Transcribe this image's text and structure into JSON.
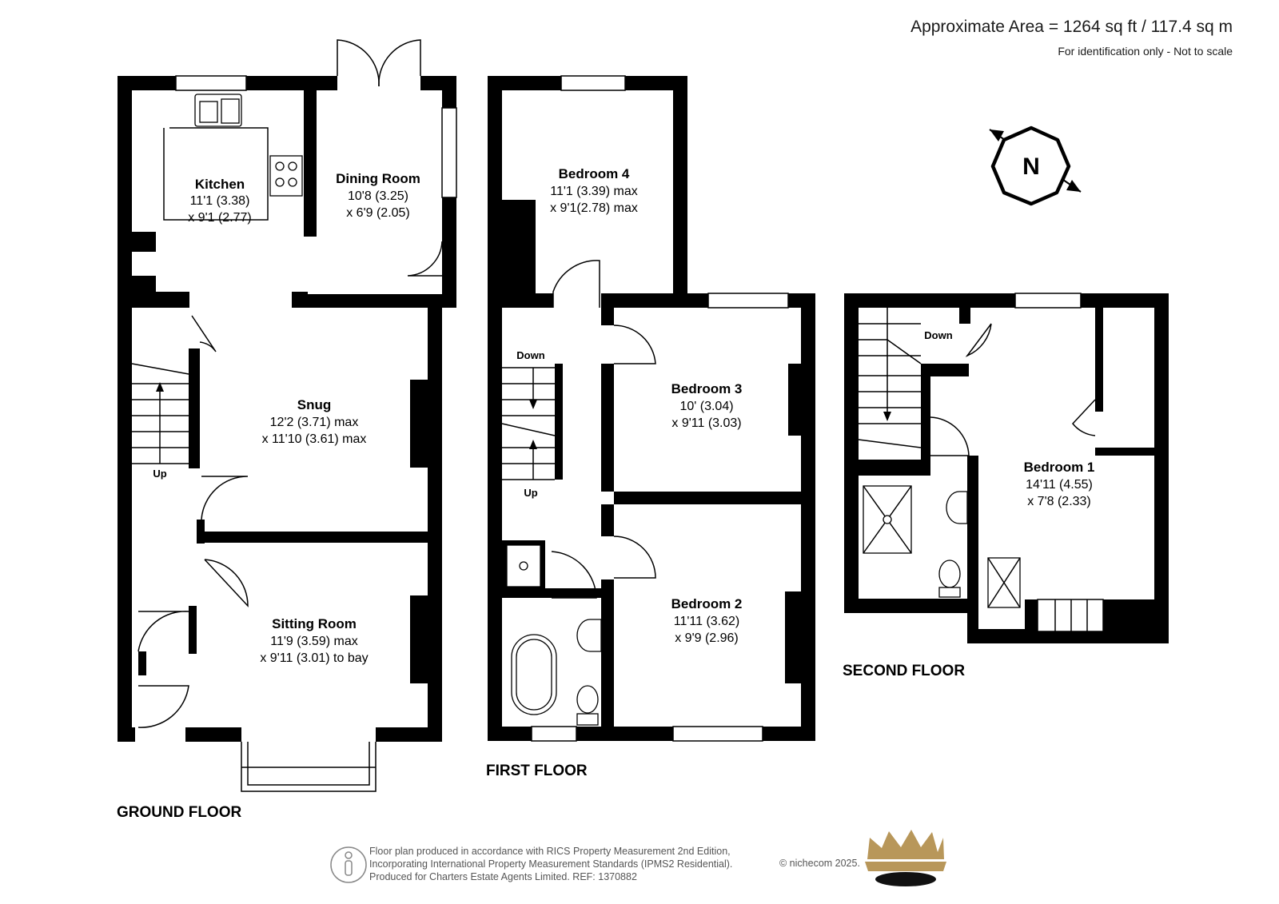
{
  "header": {
    "area": "Approximate Area = 1264 sq ft / 117.4 sq m",
    "note": "For identification only - Not to scale"
  },
  "compass": {
    "label": "N"
  },
  "floors": {
    "ground": {
      "label": "GROUND FLOOR",
      "rooms": [
        {
          "name": "Kitchen",
          "dim1": "11'1 (3.38)",
          "dim2": "x 9'1 (2.77)"
        },
        {
          "name": "Dining Room",
          "dim1": "10'8 (3.25)",
          "dim2": "x 6'9 (2.05)"
        },
        {
          "name": "Snug",
          "dim1": "12'2 (3.71) max",
          "dim2": "x 11'10 (3.61) max"
        },
        {
          "name": "Sitting Room",
          "dim1": "11'9 (3.59) max",
          "dim2": "x 9'11 (3.01) to bay"
        }
      ],
      "stairs": "Up"
    },
    "first": {
      "label": "FIRST FLOOR",
      "rooms": [
        {
          "name": "Bedroom 4",
          "dim1": "11'1 (3.39) max",
          "dim2": "x 9'1(2.78) max"
        },
        {
          "name": "Bedroom 3",
          "dim1": "10' (3.04)",
          "dim2": "x 9'11 (3.03)"
        },
        {
          "name": "Bedroom 2",
          "dim1": "11'11 (3.62)",
          "dim2": "x 9'9 (2.96)"
        }
      ],
      "stairs_down": "Down",
      "stairs_up": "Up"
    },
    "second": {
      "label": "SECOND FLOOR",
      "rooms": [
        {
          "name": "Bedroom 1",
          "dim1": "14'11 (4.55)",
          "dim2": "x 7'8 (2.33)"
        }
      ],
      "stairs_down": "Down"
    }
  },
  "footer": {
    "line1": "Floor plan produced in accordance with RICS Property Measurement 2nd Edition,",
    "line2": "Incorporating International Property Measurement Standards (IPMS2 Residential).",
    "line3": "Produced for Charters Estate Agents Limited.   REF: 1370882",
    "credit": "© nichecom 2025.",
    "logo": "crown-logo",
    "badge": "rics-icon"
  }
}
